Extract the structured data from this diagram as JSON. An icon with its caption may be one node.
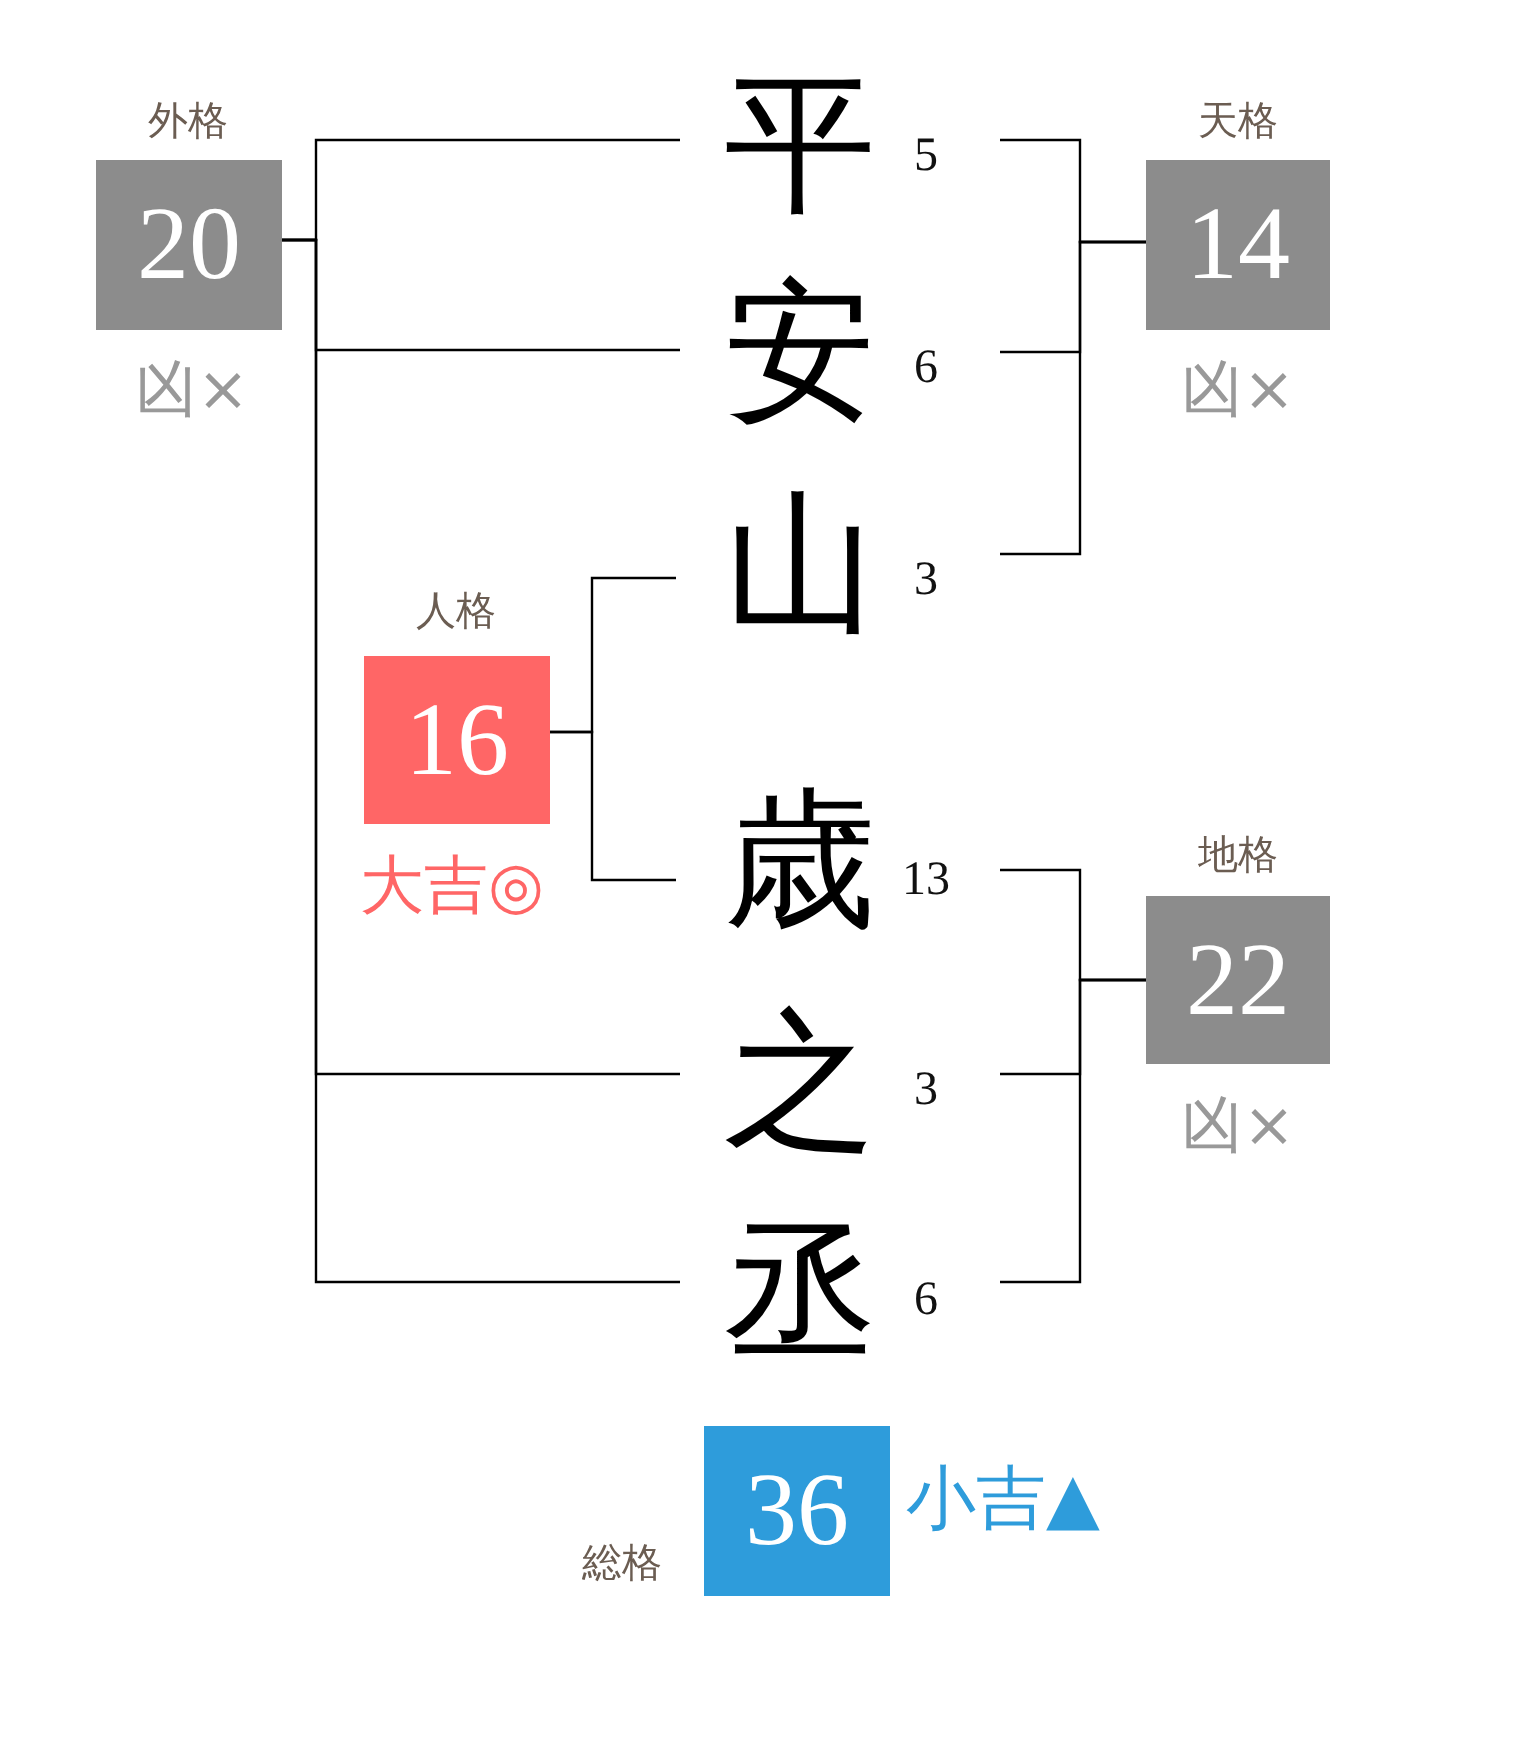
{
  "diagram": {
    "nodes": [
      {
        "text": [
          "外格",
          "20"
        ],
        "beside": [
          "凶×"
        ]
      },
      {
        "text": [
          "平"
        ],
        "beside": [
          "5"
        ]
      },
      {
        "text": [
          "天格",
          "14"
        ],
        "beside": [
          "凶×"
        ]
      },
      {
        "text": [
          "安"
        ],
        "beside": [
          "6"
        ]
      },
      {
        "text": [
          "山"
        ],
        "beside": [
          "3"
        ]
      },
      {
        "text": [
          "人格",
          "16"
        ],
        "beside": [
          "大吉◎"
        ]
      },
      {
        "text": [
          "歳"
        ],
        "beside": [
          "13"
        ]
      },
      {
        "text": [
          "地格",
          "22"
        ],
        "beside": [
          "凶×"
        ]
      },
      {
        "text": [
          "之"
        ],
        "beside": [
          "3"
        ]
      },
      {
        "text": [
          "丞"
        ],
        "beside": [
          "6"
        ]
      },
      {
        "text": [
          "総格",
          "36"
        ],
        "beside": [
          "小吉▲"
        ]
      }
    ],
    "edges": [
      {
        "from": 1,
        "to": 0,
        "arrow": "none"
      },
      {
        "from": 3,
        "to": 0,
        "arrow": "none"
      },
      {
        "from": 8,
        "to": 0,
        "arrow": "none"
      },
      {
        "from": 9,
        "to": 0,
        "arrow": "none"
      },
      {
        "from": 1,
        "to": 2,
        "arrow": "none"
      },
      {
        "from": 3,
        "to": 2,
        "arrow": "none"
      },
      {
        "from": 4,
        "to": 2,
        "arrow": "none"
      },
      {
        "from": 4,
        "to": 5,
        "arrow": "none"
      },
      {
        "from": 6,
        "to": 5,
        "arrow": "none"
      },
      {
        "from": 6,
        "to": 7,
        "arrow": "none"
      },
      {
        "from": 8,
        "to": 7,
        "arrow": "none"
      },
      {
        "from": 9,
        "to": 7,
        "arrow": "none"
      }
    ]
  }
}
